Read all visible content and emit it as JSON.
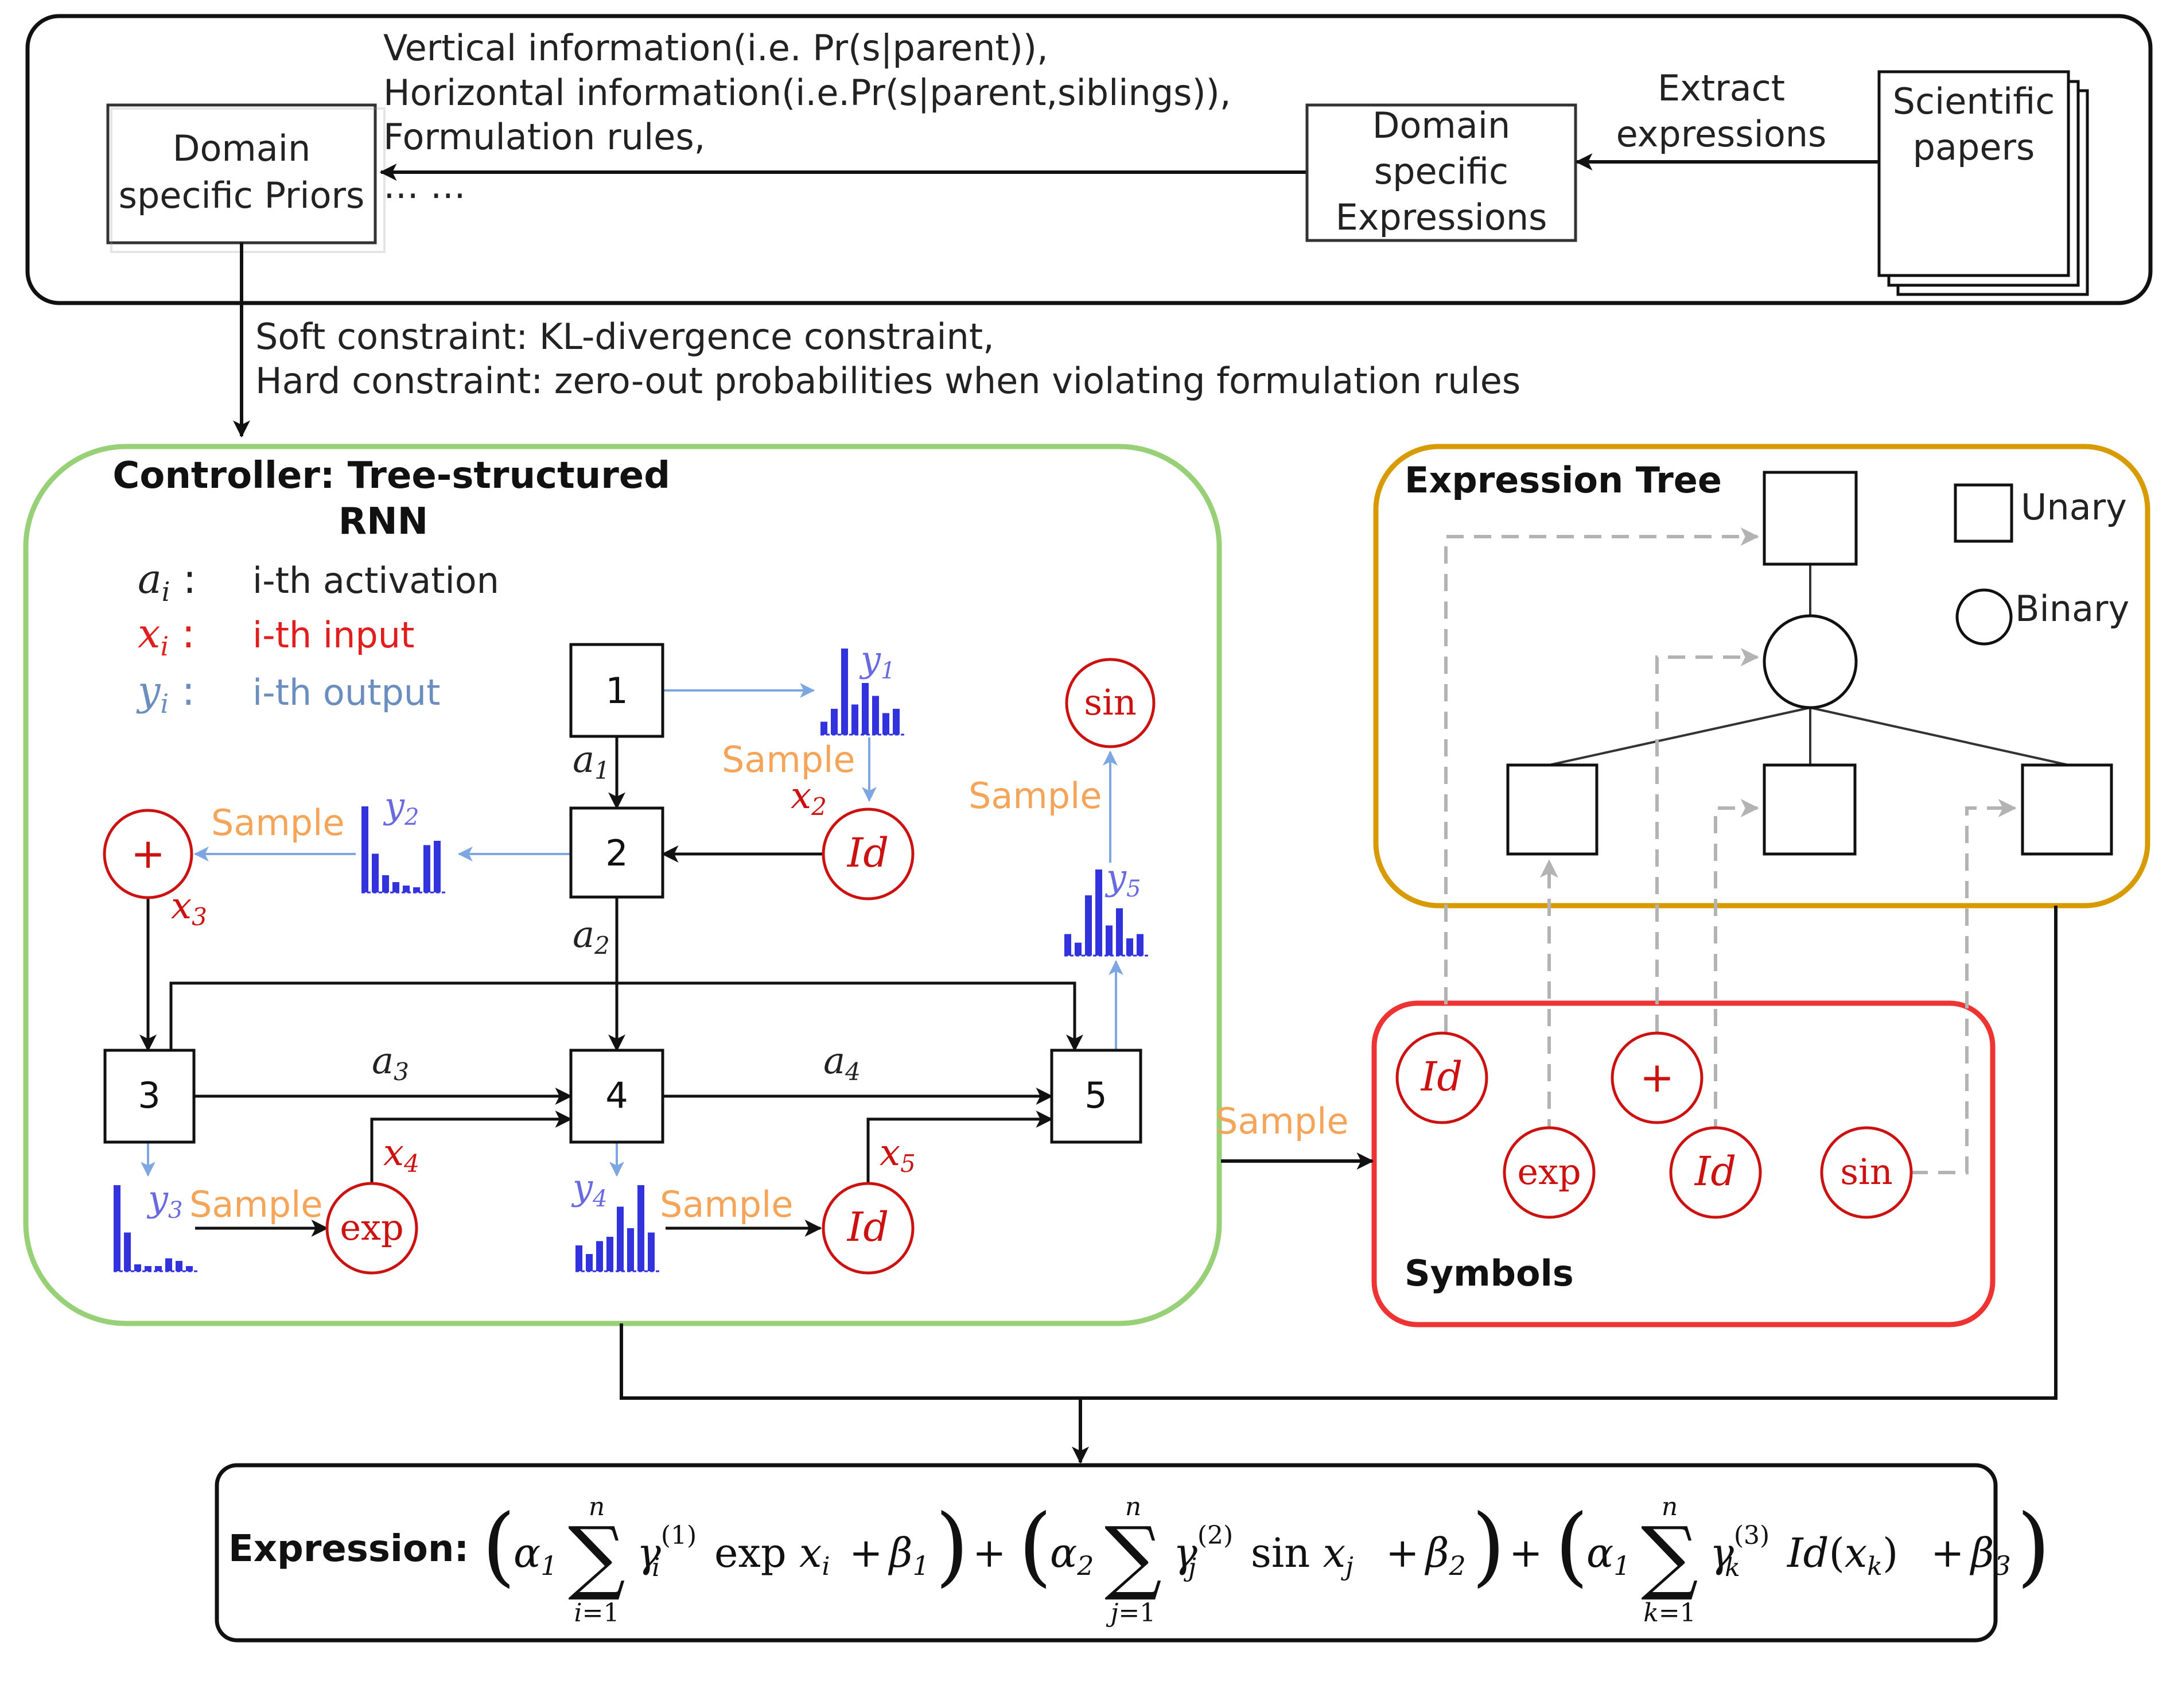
{
  "top": {
    "priors_label": [
      "Domain",
      "specific Priors"
    ],
    "expr_label": [
      "Domain",
      "specific",
      "Expressions"
    ],
    "papers_label": [
      "Scientific",
      "papers"
    ],
    "extract_label": [
      "Extract",
      "expressions"
    ],
    "info_lines": [
      "Vertical information(i.e. Pr(s|parent)),",
      "Horizontal information(i.e.Pr(s|parent,siblings)),",
      "Formulation rules,",
      "… …"
    ]
  },
  "constraints": [
    "Soft constraint: KL-divergence constraint,",
    "Hard constraint: zero-out probabilities when violating formulation rules"
  ],
  "controller": {
    "title_lines": [
      "Controller: Tree-structured",
      "RNN"
    ],
    "legend": [
      {
        "sym": "a",
        "sub": "i",
        "sep": " :",
        "text": "i-th activation",
        "color": "#222222"
      },
      {
        "sym": "x",
        "sub": "i",
        "sep": " :",
        "text": "i-th input",
        "color": "#e01e1e"
      },
      {
        "sym": "y",
        "sub": "i",
        "sep": " :",
        "text": "i-th output",
        "color": "#6c8ebf"
      }
    ],
    "nodes": [
      "1",
      "2",
      "3",
      "4",
      "5"
    ],
    "activations": [
      {
        "sym": "a",
        "sub": "1"
      },
      {
        "sym": "a",
        "sub": "2"
      },
      {
        "sym": "a",
        "sub": "3"
      },
      {
        "sym": "a",
        "sub": "4"
      }
    ],
    "inputs": [
      {
        "sym": "x",
        "sub": "2"
      },
      {
        "sym": "x",
        "sub": "3"
      },
      {
        "sym": "x",
        "sub": "4"
      },
      {
        "sym": "x",
        "sub": "5"
      }
    ],
    "outputs": [
      {
        "sym": "y",
        "sub": "1"
      },
      {
        "sym": "y",
        "sub": "2"
      },
      {
        "sym": "y",
        "sub": "3"
      },
      {
        "sym": "y",
        "sub": "4"
      },
      {
        "sym": "y",
        "sub": "5"
      }
    ],
    "symbols": [
      "Id",
      "+",
      "exp",
      "Id",
      "sin"
    ],
    "sample_label": "Sample"
  },
  "tree": {
    "title": "Expression Tree",
    "legend_unary": "Unary",
    "legend_binary": "Binary"
  },
  "symbols_box": {
    "title": "Symbols",
    "items": [
      "Id",
      "exp",
      "+",
      "Id",
      "sin"
    ],
    "sample_label": "Sample"
  },
  "expression": {
    "label": "Expression:",
    "terms": [
      {
        "alpha": "1",
        "index": "i",
        "gamma_sup": "(1)",
        "func": "exp",
        "var": "i",
        "beta": "1"
      },
      {
        "alpha": "2",
        "index": "j",
        "gamma_sup": "(2)",
        "func": "sin",
        "var": "j",
        "beta": "2"
      },
      {
        "alpha": "1",
        "index": "k",
        "gamma_sup": "(3)",
        "func": "Id",
        "var": "k",
        "beta": "3"
      }
    ],
    "sum_upper": "n",
    "sum_lower_eq": "=1"
  },
  "colors": {
    "controller_border": "#97d077",
    "tree_border": "#d79b00",
    "symbols_border": "#ee3333",
    "symbol_red": "#cc1111",
    "output_blue": "#3333dd",
    "arrow_blue": "#7ea6e0",
    "sample_orange": "#f5a55a",
    "dash_gray": "#b3b3b3"
  }
}
